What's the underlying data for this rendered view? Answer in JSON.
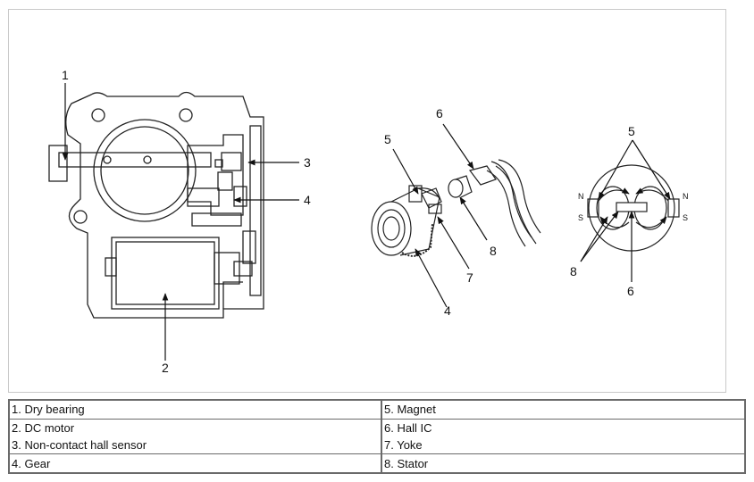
{
  "callouts": {
    "c1": "1",
    "c2": "2",
    "c3": "3",
    "c4": "4",
    "c5": "5",
    "c6": "6",
    "c7": "7",
    "c8": "8",
    "c5b": "5",
    "c6b": "6",
    "c8b": "8"
  },
  "poles": {
    "n_left": "N",
    "s_left": "S",
    "n_right": "N",
    "s_right": "S"
  },
  "legend": {
    "left": [
      "1. Dry bearing",
      "2. DC motor",
      "3. Non-contact hall sensor",
      "4. Gear"
    ],
    "right": [
      "5. Magnet",
      "6. Hall IC",
      "7. Yoke",
      "8. Stator"
    ]
  },
  "colors": {
    "line": "#222222",
    "border": "#6a6a6a",
    "frame": "#c9c9c9"
  }
}
